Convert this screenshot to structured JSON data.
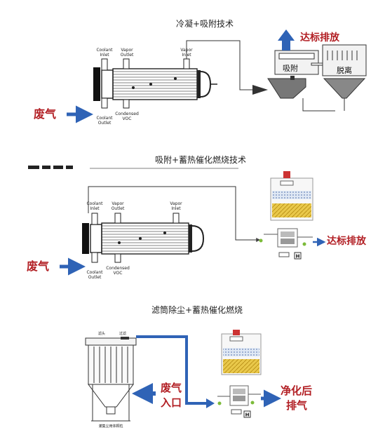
{
  "colors": {
    "accent_red": "#b21f24",
    "arrow_blue": "#2f63b6",
    "line_gray": "#555555",
    "hx_gray": "#222222"
  },
  "panel1": {
    "title": "冷凝+吸附技术",
    "inlet_label": "废气",
    "hx_labels": {
      "coolant_inlet": [
        "Coolant",
        "Inlet"
      ],
      "vapor_outlet": [
        "Vapor",
        "Outlet"
      ],
      "vapor_inlet": [
        "Vapor",
        "Inlet"
      ],
      "coolant_outlet": [
        "Coolant",
        "Outlet"
      ],
      "condensed_voc": [
        "Condensed",
        "VOC"
      ]
    },
    "adsorb_label": "吸附",
    "desorb_label": "脱离",
    "discharge_label": "达标排放"
  },
  "panel2": {
    "title": "吸附+蓄热催化燃烧技术",
    "inlet_label": "废气",
    "hx_labels": {
      "coolant_inlet": [
        "Coolant",
        "Inlet"
      ],
      "vapor_outlet": [
        "Vapor",
        "Outlet"
      ],
      "vapor_inlet": [
        "Vapor",
        "Inlet"
      ],
      "coolant_outlet": [
        "Coolant",
        "Outlet"
      ],
      "condensed_voc": [
        "Condensed",
        "VOC"
      ]
    },
    "discharge_label": "达标排放",
    "h_badge": "H"
  },
  "panel3": {
    "title": "滤筒除尘+蓄热催化燃烧",
    "inlet_label_line1": "废气",
    "inlet_label_line2": "入口",
    "filter_labels": [
      "滤头",
      "过滤"
    ],
    "hopper_label": "灌集尘用体颗粒",
    "discharge_line1": "净化后",
    "discharge_line2": "排气",
    "h_badge": "H"
  }
}
